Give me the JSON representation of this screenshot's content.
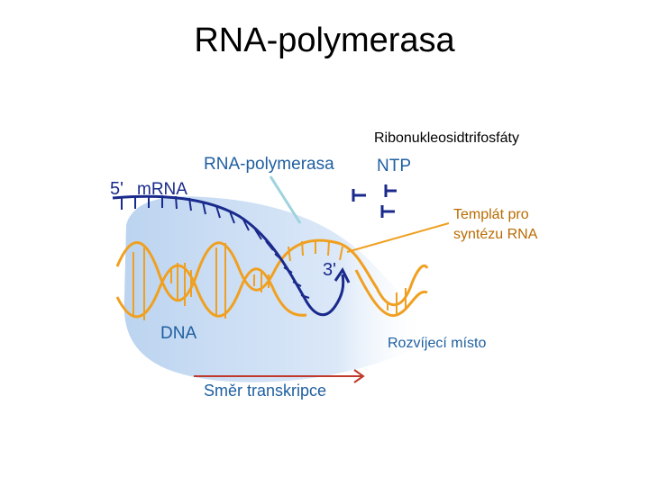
{
  "title": "RNA-polymerasa",
  "diagram": {
    "labels": {
      "rna_polymerase": "RNA-polymerasa",
      "mrna": "mRNA",
      "five_prime": "5'",
      "three_prime": "3'",
      "ntp": "NTP",
      "dna": "DNA",
      "direction": "Směr transkripce"
    },
    "annotations": {
      "ntp_group": "Ribonukleosidtrifosfáty",
      "template_line1": "Templát pro",
      "template_line2": "syntézu RNA",
      "unwinding_site": "Rozvíjecí místo"
    },
    "colors": {
      "mrna": "#1a2a8c",
      "dna": "#f0a020",
      "label_blue": "#1f5fa0",
      "arrow_red": "#c0392b",
      "polymerase_blue": "#cfe0f5",
      "pointer_line": "#9dd3dd"
    }
  }
}
